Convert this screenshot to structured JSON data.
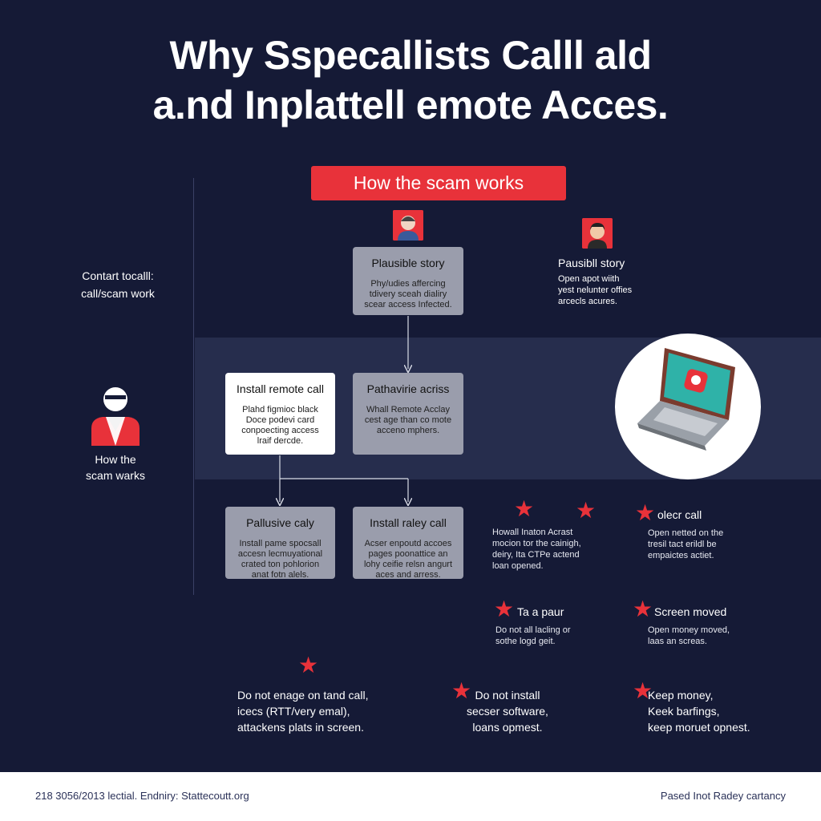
{
  "title": {
    "line1": "Why Sspecallists Calll ald",
    "line2": "a.nd Inplattell emote Acces."
  },
  "banner": "How the scam works",
  "left_label": {
    "line1": "Contart tocalll:",
    "line2": "call/scam work"
  },
  "left_person": {
    "line1": "How the",
    "line2": "scam warks"
  },
  "cards": {
    "plausible_top": {
      "title": "Plausible story",
      "body": [
        "Phy/udies affercing",
        "tdivery sceah dialiry",
        "scear access Infected."
      ]
    },
    "install_remote": {
      "title": "Install remote call",
      "body": [
        "Plahd figmioc black",
        "Doce podevi card",
        "conpoecting access",
        "lraif dercde."
      ]
    },
    "pathavie": {
      "title": "Pathavirie acriss",
      "body": [
        "Whall Remote Acclay",
        "cest age than co mote",
        "acceno mphers."
      ]
    },
    "palusive": {
      "title": "Pallusive caly",
      "body": [
        "Install pame spocsall",
        "accesn lecmuyational",
        "crated ton pohlorion",
        "anat fotn alels."
      ]
    },
    "install_raley": {
      "title": "Install raley call",
      "body": [
        "Acser enpoutd accoes",
        "pages poonattice an",
        "lohy ceifie relsn angurt",
        "aces and arress."
      ]
    }
  },
  "right_top": {
    "title": "Pausibll story",
    "body": [
      "Open apot wiith",
      "yest nelunter offies",
      "arcecls acures."
    ]
  },
  "tips": [
    {
      "title": "",
      "body": [
        "Howall Inaton Acrast",
        "mocion tor the cainigh,",
        "deiry, Ita CTPe actend",
        "loan opened."
      ]
    },
    {
      "title": "olecr call",
      "body": [
        "Open netted on the",
        "tresil tact erildl be",
        "empaictes actiet."
      ]
    },
    {
      "title": "Ta a paur",
      "body": [
        "Do not all lacling or",
        "sothe logd geit."
      ]
    },
    {
      "title": "Screen moved",
      "body": [
        "Open money moved,",
        "laas an screas."
      ]
    }
  ],
  "bottom": [
    {
      "body": [
        "Do not enage on tand call,",
        "icecs (RTT/very emal),",
        "attackens plats in screen."
      ]
    },
    {
      "body": [
        "Do not install",
        "secser software,",
        "loans opmest."
      ]
    },
    {
      "body": [
        "Keep money,",
        "Keek barfings,",
        "keep moruet opnest."
      ]
    }
  ],
  "footer": {
    "left": "218 3056/2013 lectial. Endniry: Stattecoutt.org",
    "right": "Pased Inot Radey cartancy"
  },
  "colors": {
    "background": "#151a36",
    "accent": "#e8323a",
    "card": "#9a9dac",
    "band": "#262d4d"
  }
}
